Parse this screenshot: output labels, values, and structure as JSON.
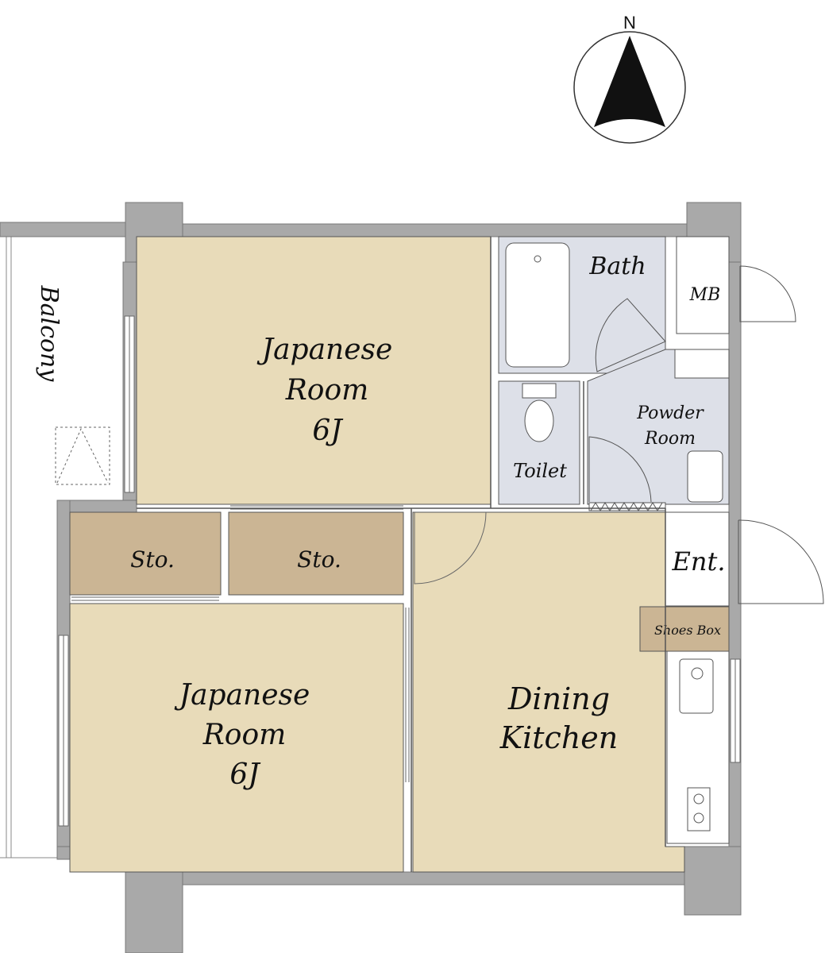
{
  "compass": {
    "north_label": "N"
  },
  "rooms": {
    "japanese_room_1": {
      "line1": "Japanese",
      "line2": "Room",
      "line3": "6J"
    },
    "japanese_room_2": {
      "line1": "Japanese",
      "line2": "Room",
      "line3": "6J"
    },
    "dining_kitchen": {
      "line1": "Dining",
      "line2": "Kitchen"
    },
    "bath": "Bath",
    "mb": "MB",
    "powder_room": {
      "line1": "Powder",
      "line2": "Room"
    },
    "toilet": "Toilet",
    "storage_1": "Sto.",
    "storage_2": "Sto.",
    "entrance": "Ent.",
    "shoes_box": "Shoes Box",
    "balcony": "Balcony"
  },
  "colors": {
    "tatami": "#e8dbb9",
    "storage": "#cbb594",
    "wet_area": "#dde0e8",
    "wall": "#a9a9a9",
    "outline": "#555555"
  }
}
